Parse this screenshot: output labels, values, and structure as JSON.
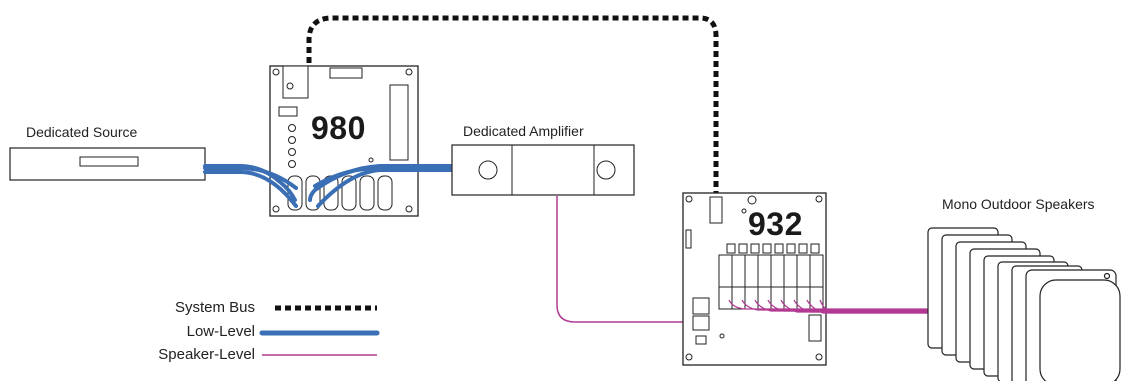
{
  "devices": {
    "source_label": "Dedicated Source",
    "amplifier_label": "Dedicated Amplifier",
    "hub_980_number": "980",
    "hub_932_number": "932",
    "speakers_label": "Mono Outdoor Speakers"
  },
  "legend": {
    "system_bus": "System Bus",
    "low_level": "Low-Level",
    "speaker_level": "Speaker-Level"
  },
  "colors": {
    "low_level": "#3a6fb5",
    "speaker_level": "#b23a92",
    "system_bus": "#111111"
  }
}
